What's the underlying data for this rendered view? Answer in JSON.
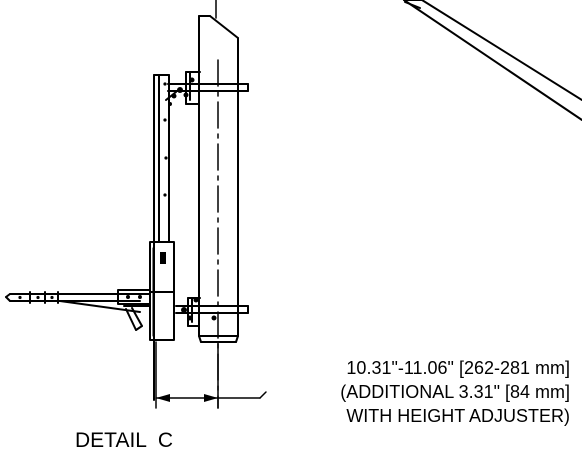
{
  "dimension": {
    "line1": "10.31\"-11.06\" [262-281 mm]",
    "line2": "(ADDITIONAL  3.31\" [84 mm]",
    "line3": "WITH HEIGHT ADJUSTER)"
  },
  "detail_label": "DETAIL  C",
  "colors": {
    "line": "#000000",
    "background": "#ffffff"
  }
}
